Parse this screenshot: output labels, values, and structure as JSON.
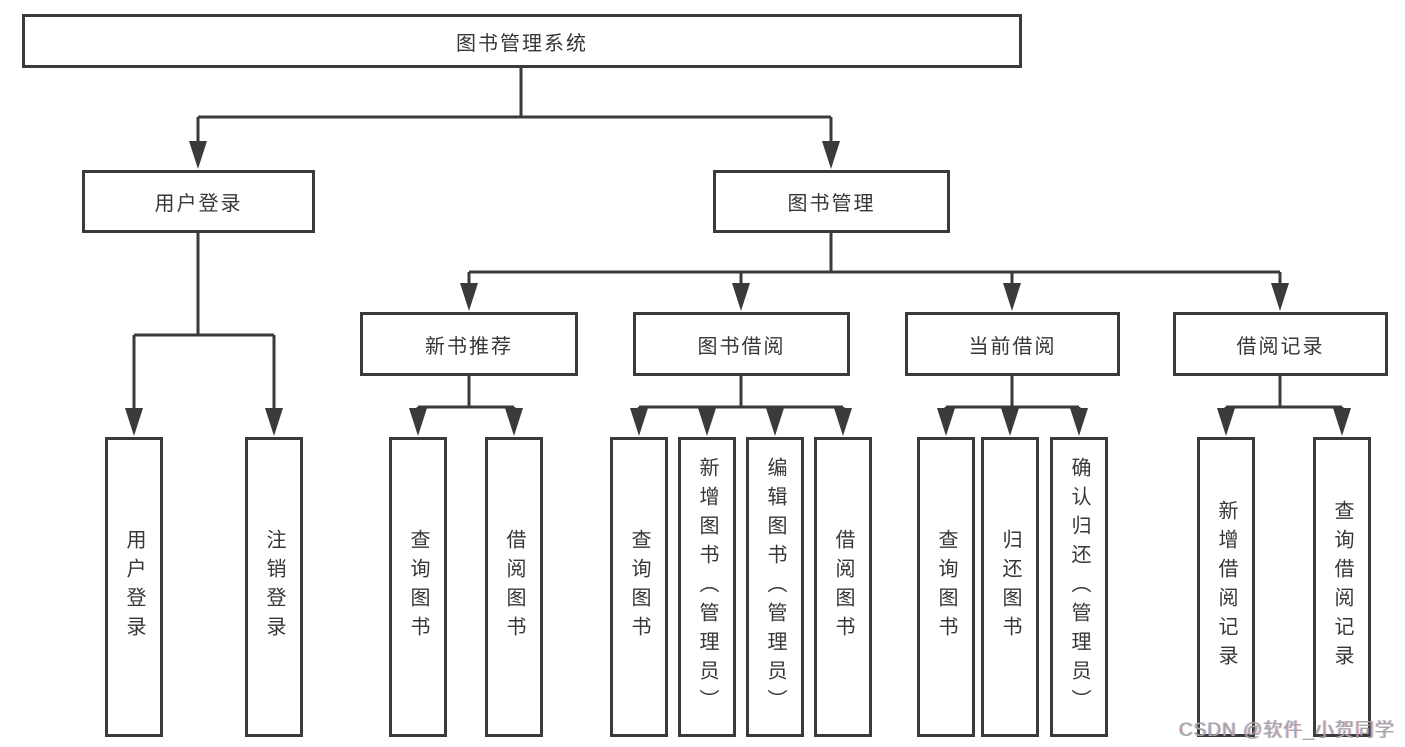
{
  "diagram": {
    "root": {
      "label": "图书管理系统"
    },
    "level2": {
      "user_login": "用户登录",
      "book_management": "图书管理"
    },
    "level3": {
      "new_book_recommendation": "新书推荐",
      "book_borrowing": "图书借阅",
      "current_borrowing": "当前借阅",
      "borrowing_records": "借阅记录"
    },
    "leaves": {
      "user_login": "用户登录",
      "logout": "注销登录",
      "recommend_query_books": "查询图书",
      "recommend_borrow_books": "借阅图书",
      "borrowing_query_books": "查询图书",
      "borrowing_add_books": "新增图书（管理员）",
      "borrowing_edit_books": "编辑图书（管理员）",
      "borrowing_borrow_books": "借阅图书",
      "current_query_books": "查询图书",
      "current_return_books": "归还图书",
      "current_confirm_return": "确认归还（管理员）",
      "records_add_record": "新增借阅记录",
      "records_query_record": "查询借阅记录"
    }
  },
  "watermark": {
    "text": "CSDN @软件_小贺同学"
  },
  "colors": {
    "line": "#3a3a3a",
    "text": "#36363b",
    "background": "#ffffff",
    "watermark_gray": "#a5a5a5"
  }
}
